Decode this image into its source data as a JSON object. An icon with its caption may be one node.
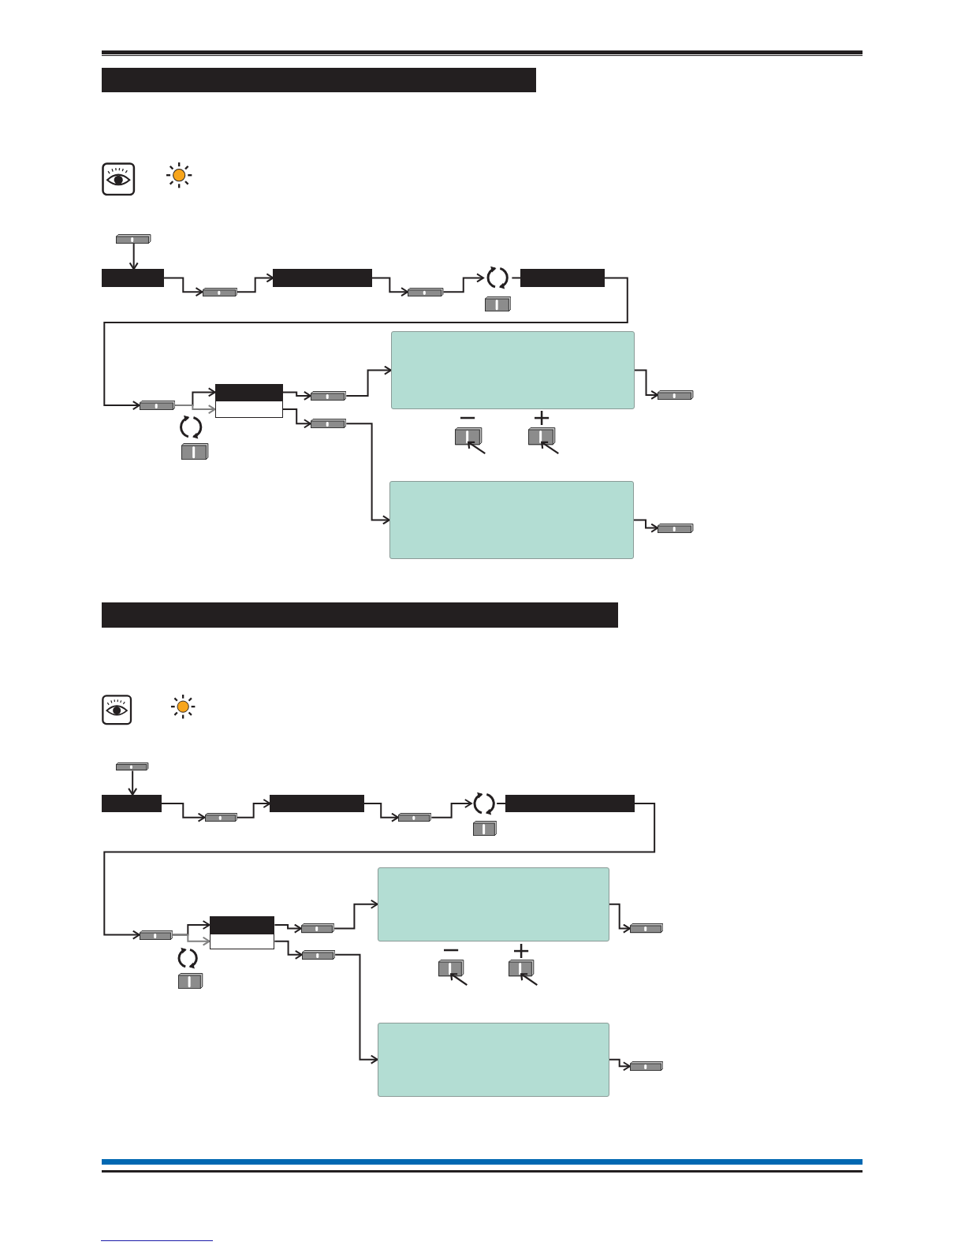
{
  "diagram": {
    "nodes": [
      {
        "text": [],
        "shape": "button"
      },
      {
        "text": [],
        "shape": "bar"
      },
      {
        "text": [],
        "shape": "button"
      },
      {
        "text": [],
        "shape": "bar"
      },
      {
        "text": [],
        "shape": "button"
      },
      {
        "text": [],
        "shape": "circle"
      },
      {
        "text": [],
        "shape": "bar"
      },
      {
        "text": [],
        "shape": "button"
      },
      {
        "text": [],
        "shape": "bar"
      },
      {
        "text": [],
        "shape": "bar"
      },
      {
        "text": [],
        "shape": "button"
      },
      {
        "text": [],
        "shape": "button"
      },
      {
        "text": [],
        "shape": "box"
      },
      {
        "text": [],
        "shape": "box"
      },
      {
        "text": [],
        "shape": "button"
      },
      {
        "text": [],
        "shape": "button"
      },
      {
        "text": [],
        "shape": "button"
      },
      {
        "text": [],
        "shape": "bar"
      },
      {
        "text": [],
        "shape": "button"
      },
      {
        "text": [],
        "shape": "bar"
      },
      {
        "text": [],
        "shape": "button"
      },
      {
        "text": [],
        "shape": "circle"
      },
      {
        "text": [],
        "shape": "bar"
      },
      {
        "text": [],
        "shape": "button"
      },
      {
        "text": [],
        "shape": "bar"
      },
      {
        "text": [],
        "shape": "bar"
      },
      {
        "text": [],
        "shape": "button"
      },
      {
        "text": [],
        "shape": "button"
      },
      {
        "text": [],
        "shape": "box"
      },
      {
        "text": [],
        "shape": "box"
      },
      {
        "text": [],
        "shape": "button"
      },
      {
        "text": [],
        "shape": "button"
      },
      {
        "text": [],
        "shape": "bar"
      },
      {
        "text": [],
        "shape": "bar"
      }
    ],
    "edges": [
      {
        "from": 0,
        "to": 1,
        "arrow": "to"
      },
      {
        "from": 1,
        "to": 2,
        "arrow": "to"
      },
      {
        "from": 2,
        "to": 3,
        "arrow": "to"
      },
      {
        "from": 3,
        "to": 4,
        "arrow": "to"
      },
      {
        "from": 4,
        "to": 5,
        "arrow": "to"
      },
      {
        "from": 5,
        "to": 6,
        "arrow": "none"
      },
      {
        "from": 6,
        "to": 7,
        "arrow": "to"
      },
      {
        "from": 7,
        "to": 8,
        "arrow": "to"
      },
      {
        "from": 7,
        "to": 9,
        "arrow": "to",
        "color": "#808080"
      },
      {
        "from": 8,
        "to": 10,
        "arrow": "to"
      },
      {
        "from": 9,
        "to": 11,
        "arrow": "to"
      },
      {
        "from": 10,
        "to": 12,
        "arrow": "to"
      },
      {
        "from": 11,
        "to": 13,
        "arrow": "to"
      },
      {
        "from": 12,
        "to": 14,
        "arrow": "to"
      },
      {
        "from": 13,
        "to": 15,
        "arrow": "to"
      },
      {
        "from": 16,
        "to": 17,
        "arrow": "to"
      },
      {
        "from": 17,
        "to": 18,
        "arrow": "to"
      },
      {
        "from": 18,
        "to": 19,
        "arrow": "to"
      },
      {
        "from": 19,
        "to": 20,
        "arrow": "to"
      },
      {
        "from": 20,
        "to": 21,
        "arrow": "to"
      },
      {
        "from": 21,
        "to": 22,
        "arrow": "none"
      },
      {
        "from": 22,
        "to": 23,
        "arrow": "to"
      },
      {
        "from": 23,
        "to": 24,
        "arrow": "to"
      },
      {
        "from": 23,
        "to": 25,
        "arrow": "to",
        "color": "#808080"
      },
      {
        "from": 24,
        "to": 26,
        "arrow": "to"
      },
      {
        "from": 25,
        "to": 27,
        "arrow": "to"
      },
      {
        "from": 26,
        "to": 28,
        "arrow": "to"
      },
      {
        "from": 27,
        "to": 29,
        "arrow": "to"
      },
      {
        "from": 28,
        "to": 30,
        "arrow": "to"
      },
      {
        "from": 29,
        "to": 31,
        "arrow": "to"
      }
    ]
  }
}
